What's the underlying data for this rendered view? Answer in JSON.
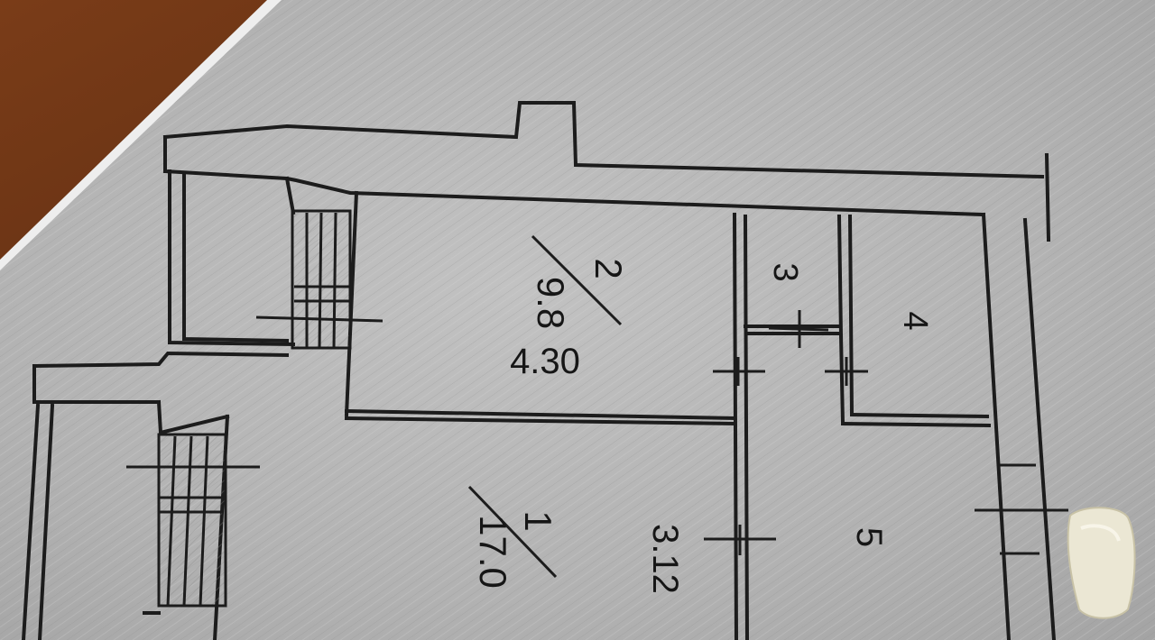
{
  "photo": {
    "subject": "floor plan printout on a wooden table",
    "colors": {
      "wood": "#6a3516",
      "paper": "#b4b4b4",
      "ink": "#1c1c1c",
      "tape": "#e9e5d2"
    }
  },
  "rooms": [
    {
      "number": "1",
      "area": "17.0"
    },
    {
      "number": "2",
      "area": "9.8"
    },
    {
      "number": "3"
    },
    {
      "number": "4"
    },
    {
      "number": "5"
    }
  ],
  "dimensions": {
    "room_2_width": "4.30",
    "room_1_width": "3.12"
  }
}
